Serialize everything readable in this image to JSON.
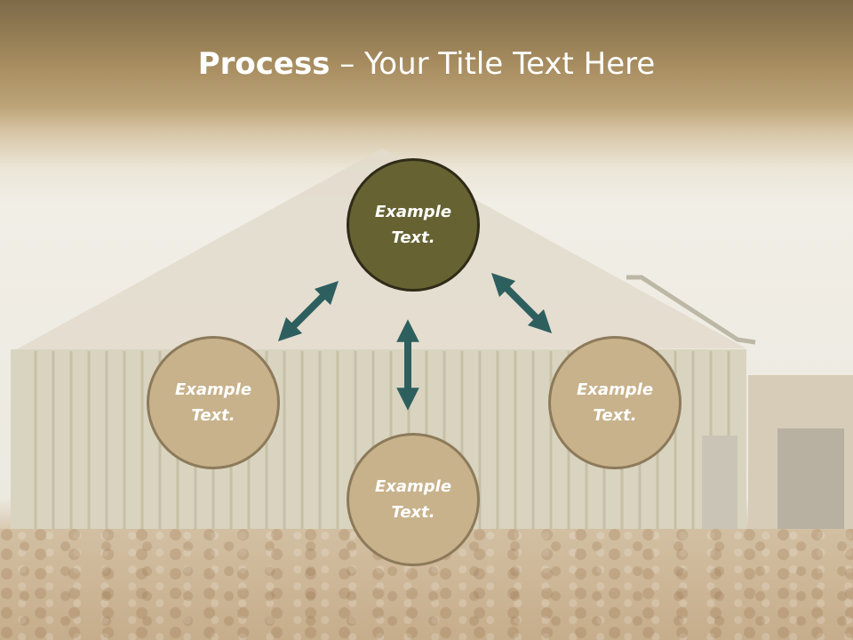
{
  "slide": {
    "title_bold": "Process",
    "title_rest": " – Your Title Text Here"
  },
  "diagram": {
    "center_top": {
      "label": "Example Text."
    },
    "left": {
      "label": "Example Text."
    },
    "right": {
      "label": "Example Text."
    },
    "bottom": {
      "label": "Example Text."
    }
  },
  "colors": {
    "header_band": "#a58b5e",
    "node_dark": "#666232",
    "node_light": "#c8b28b",
    "arrow": "#2e5f5f"
  },
  "icons": [
    "double-arrow-icon"
  ]
}
